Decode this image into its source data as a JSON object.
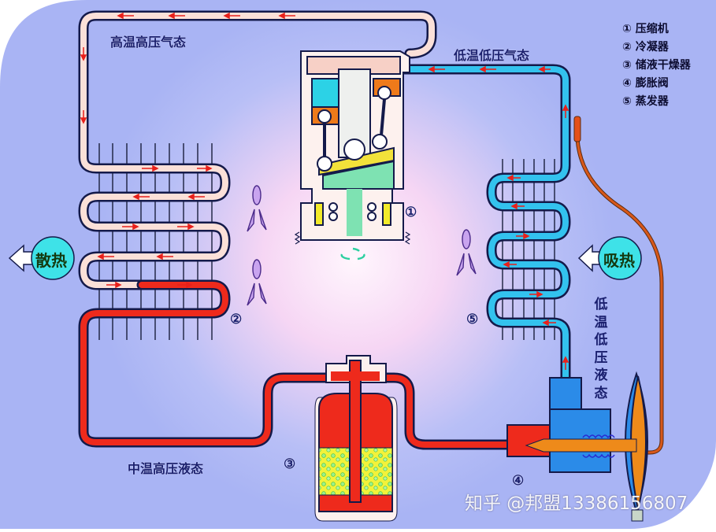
{
  "diagram": {
    "title": "制冷循环示意图",
    "states": {
      "high_temp_high_pressure_gas": "高温高压气态",
      "low_temp_low_pressure_gas": "低温低压气态",
      "mid_temp_high_pressure_liquid": "中温高压液态",
      "low_temp_low_pressure_liquid": "低温低压液态"
    },
    "heat_labels": {
      "release": "散热",
      "absorb": "吸热"
    },
    "component_numbers": {
      "compressor": "①",
      "condenser": "②",
      "drier": "③",
      "expansion_valve": "④",
      "evaporator": "⑤"
    },
    "legend": [
      {
        "num": "①",
        "label": "压缩机"
      },
      {
        "num": "②",
        "label": "冷凝器"
      },
      {
        "num": "③",
        "label": "储液干燥器"
      },
      {
        "num": "④",
        "label": "膨胀阀"
      },
      {
        "num": "⑤",
        "label": "蒸发器"
      }
    ],
    "colors": {
      "background": "#a9b4f4",
      "hot_gas_pipe": "#fbe0d8",
      "hot_liquid_pipe": "#ee2a1c",
      "cold_pipe": "#33c2ee",
      "sensing_line": "#d8581a",
      "arrow": "#e8201a",
      "outline": "#141a4a",
      "glow": "#f7d8f4"
    }
  },
  "watermark": "知乎 @邦盟13386156807"
}
